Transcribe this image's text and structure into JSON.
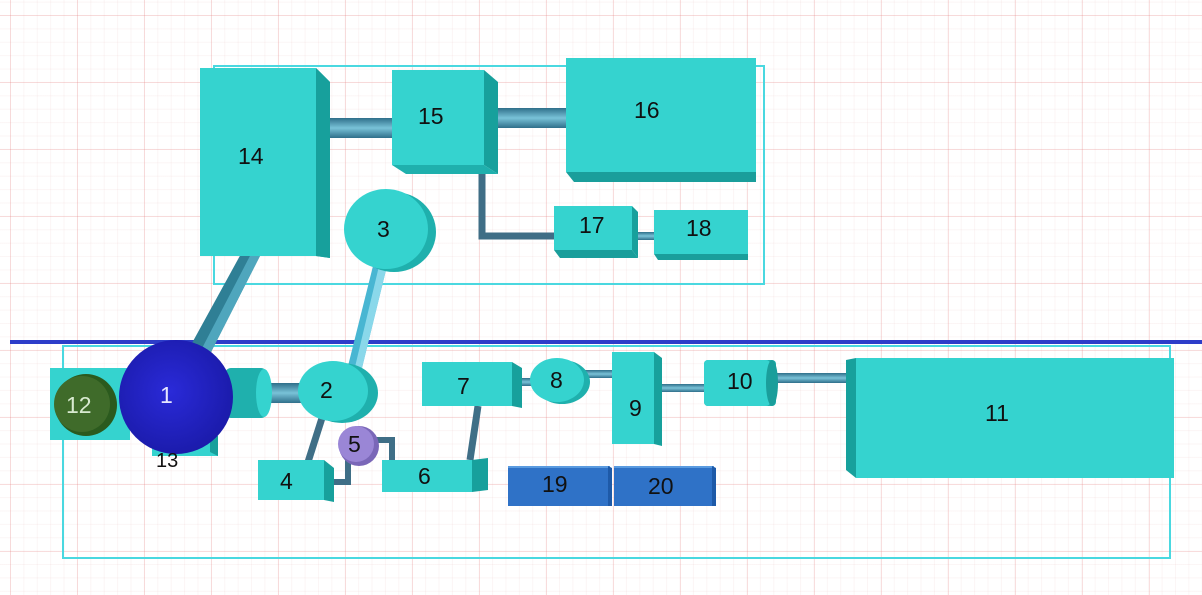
{
  "colors": {
    "block": "#35d3cf",
    "block_side": "#1fb0ad",
    "block_top": "#7fe7e4",
    "pipe": "#3a7d96",
    "motor": "#2222c8",
    "green": "#3f6b2a",
    "purple": "#9a86d6",
    "dark_blue": "#2f72c7",
    "outline": "#4ad8e0",
    "divider": "#2d3dc9"
  },
  "components": {
    "c1": "1",
    "c2": "2",
    "c3": "3",
    "c4": "4",
    "c5": "5",
    "c6": "6",
    "c7": "7",
    "c8": "8",
    "c9": "9",
    "c10": "10",
    "c11": "11",
    "c12": "12",
    "c13": "13",
    "c14": "14",
    "c15": "15",
    "c16": "16",
    "c17": "17",
    "c18": "18",
    "c19": "19",
    "c20": "20"
  }
}
